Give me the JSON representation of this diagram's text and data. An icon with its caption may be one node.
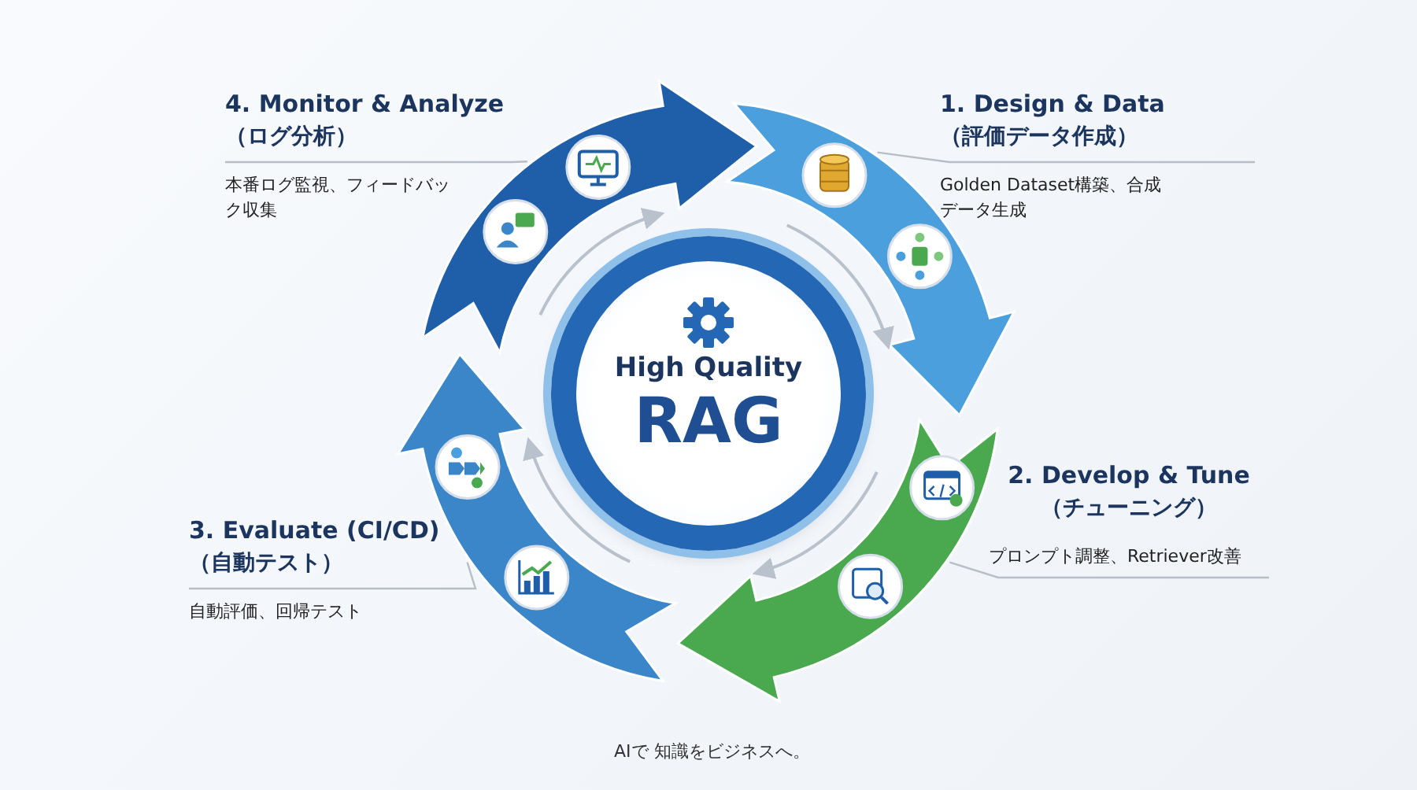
{
  "diagram": {
    "nodes": [
      {
        "text": [
          "High Quality",
          "RAG"
        ]
      },
      {
        "text": [
          "1. Design & Data",
          "（評価データ作成）",
          "Golden Dataset構築、合成データ生成"
        ]
      },
      {
        "text": [
          "2. Develop & Tune",
          "（チューニング）",
          "プロンプト調整、Retriever改善"
        ]
      },
      {
        "text": [
          "3. Evaluate (CI/CD)",
          "（自動テスト）",
          "自動評価、回帰テスト"
        ]
      },
      {
        "text": [
          "4. Monitor & Analyze",
          "（ログ分析）",
          "本番ログ監視、フィードバック収集"
        ]
      }
    ],
    "edges": [
      {
        "from": 1,
        "to": null,
        "arrow": "none"
      },
      {
        "from": 2,
        "to": null,
        "arrow": "none"
      },
      {
        "from": 3,
        "to": null,
        "arrow": "none"
      },
      {
        "from": 4,
        "to": null,
        "arrow": "none"
      }
    ],
    "labels": [
      "AIで 知識をビジネスへ。"
    ]
  }
}
